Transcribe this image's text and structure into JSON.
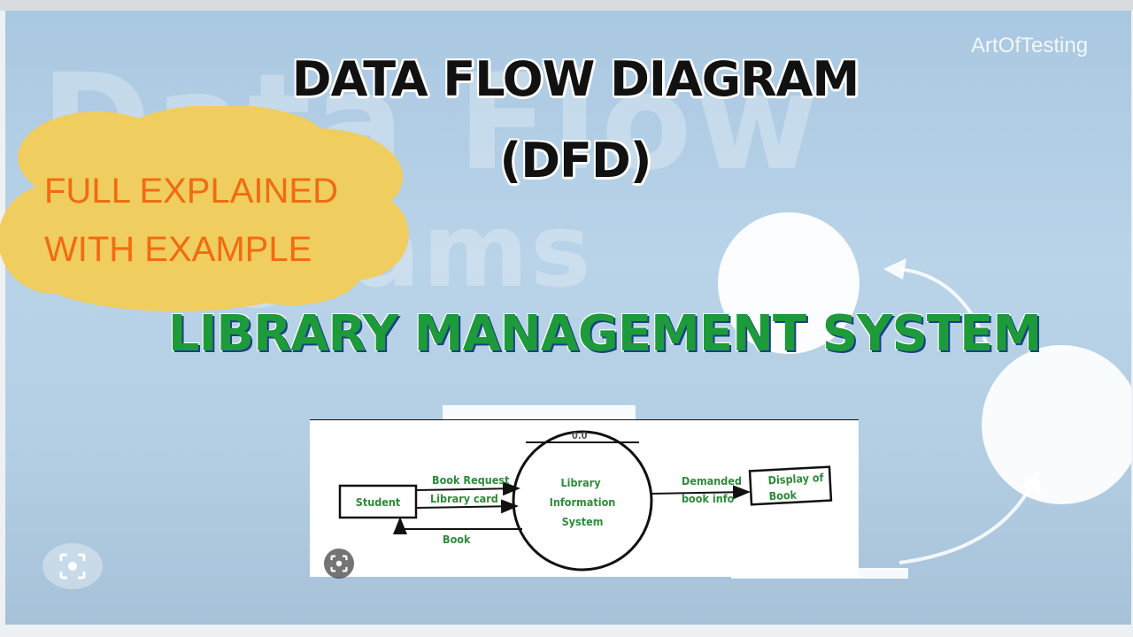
{
  "title": {
    "line1": "DATA FLOW DIAGRAM",
    "line2": "(DFD)"
  },
  "subtitle": "LIBRARY MANAGEMENT SYSTEM",
  "badge": {
    "line1": "FULL EXPLAINED",
    "line2": "WITH EXAMPLE",
    "color": "#f26b10"
  },
  "logo": "ArtOfTesting",
  "background_text": {
    "line1": "Data Flow",
    "line2": "Diagrams"
  },
  "dfd": {
    "process_number": "0.0",
    "process_lines": [
      "Library",
      "Information",
      "System"
    ],
    "external_entity": "Student",
    "output_entity_lines": [
      "Display of",
      "Book"
    ],
    "flows": {
      "book_request": "Book Request",
      "library_card": "Library card",
      "book": "Book",
      "demanded_lines": [
        "Demanded",
        "book info"
      ]
    }
  },
  "colors": {
    "subtitle_green": "#1d9a3a",
    "label_green": "#2e8b3a",
    "badge_orange": "#f26b10"
  },
  "icons": [
    "visual-search-icon",
    "visual-search-icon"
  ]
}
